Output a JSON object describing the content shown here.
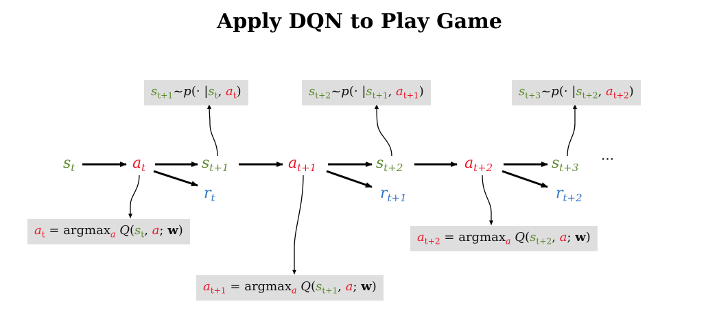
{
  "title": "Apply DQN to Play Game",
  "colors": {
    "state": "#5b8a2c",
    "action": "#e8182a",
    "reward": "#2e74c5",
    "box_bg": "#dedede"
  },
  "states": [
    {
      "base": "s",
      "sub": "t"
    },
    {
      "base": "s",
      "sub": "t+1"
    },
    {
      "base": "s",
      "sub": "t+2"
    },
    {
      "base": "s",
      "sub": "t+3"
    }
  ],
  "actions": [
    {
      "base": "a",
      "sub": "t"
    },
    {
      "base": "a",
      "sub": "t+1"
    },
    {
      "base": "a",
      "sub": "t+2"
    }
  ],
  "rewards": [
    {
      "base": "r",
      "sub": "t"
    },
    {
      "base": "r",
      "sub": "t+1"
    },
    {
      "base": "r",
      "sub": "t+2"
    }
  ],
  "ellipsis": "···",
  "transition_boxes": [
    {
      "next_state": "s",
      "next_sub": "t+1",
      "tilde": "~",
      "p": "p",
      "open": "(",
      "dot": "·",
      "bar": " |",
      "cur_state": "s",
      "cur_sub": "t",
      "comma": ", ",
      "cur_action": "a",
      "cur_action_sub": "t",
      "close": ")"
    },
    {
      "next_state": "s",
      "next_sub": "t+2",
      "tilde": "~",
      "p": "p",
      "open": "(",
      "dot": "·",
      "bar": " |",
      "cur_state": "s",
      "cur_sub": "t+1",
      "comma": ", ",
      "cur_action": "a",
      "cur_action_sub": "t+1",
      "close": ")"
    },
    {
      "next_state": "s",
      "next_sub": "t+3",
      "tilde": "~",
      "p": "p",
      "open": "(",
      "dot": "·",
      "bar": " |",
      "cur_state": "s",
      "cur_sub": "t+2",
      "comma": ", ",
      "cur_action": "a",
      "cur_action_sub": "t+2",
      "close": ")"
    }
  ],
  "policy_boxes": [
    {
      "action": "a",
      "action_sub": "t",
      "eq": " = ",
      "argmax": "argmax",
      "argmax_sub": "a",
      "q": "Q",
      "open": "(",
      "state": "s",
      "state_sub": "t",
      "comma": ", ",
      "arg": "a",
      "semi": "; ",
      "w": "w",
      "close": ")"
    },
    {
      "action": "a",
      "action_sub": "t+1",
      "eq": " = ",
      "argmax": "argmax",
      "argmax_sub": "a",
      "q": "Q",
      "open": "(",
      "state": "s",
      "state_sub": "t+1",
      "comma": ", ",
      "arg": "a",
      "semi": "; ",
      "w": "w",
      "close": ")"
    },
    {
      "action": "a",
      "action_sub": "t+2",
      "eq": " = ",
      "argmax": "argmax",
      "argmax_sub": "a",
      "q": "Q",
      "open": "(",
      "state": "s",
      "state_sub": "t+2",
      "comma": ", ",
      "arg": "a",
      "semi": "; ",
      "w": "w",
      "close": ")"
    }
  ]
}
